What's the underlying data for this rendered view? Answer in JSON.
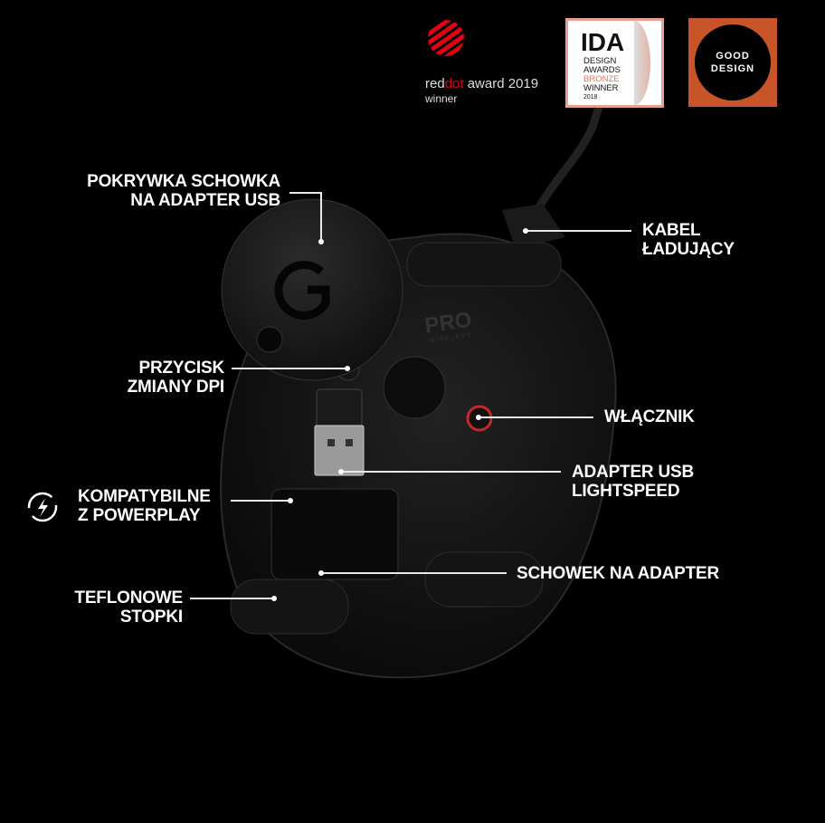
{
  "awards": {
    "reddot": {
      "prefix": "red",
      "highlight": "dot",
      "suffix": " award 2019",
      "line2": "winner"
    },
    "ida": {
      "title": "IDA",
      "lines": [
        "DESIGN",
        "AWARDS"
      ],
      "tier": "BRONZE",
      "result": "WINNER",
      "year": "2018"
    },
    "good_design": {
      "line1": "GOOD",
      "line2": "DESIGN"
    }
  },
  "callouts": {
    "cover": [
      "POKRYWKA SCHOWKA",
      "NA ADAPTER USB"
    ],
    "cable": [
      "KABEL",
      "ŁADUJĄCY"
    ],
    "dpi": [
      "PRZYCISK",
      "ZMIANY DPI"
    ],
    "power": "WŁĄCZNIK",
    "adapter": [
      "ADAPTER USB",
      "LIGHTSPEED"
    ],
    "powerplay": [
      "KOMPATYBILNE",
      "Z POWERPLAY"
    ],
    "storage": "SCHOWEK NA ADAPTER",
    "feet": [
      "TEFLONOWE",
      "STOPKI"
    ]
  },
  "product": {
    "badge": "PRO",
    "badge_sub": "WIRELESS"
  },
  "colors": {
    "reddot": "#e3000f",
    "ida_border": "#e8a090",
    "ida_bronze": "#d97a60",
    "good_design": "#c8552a"
  }
}
